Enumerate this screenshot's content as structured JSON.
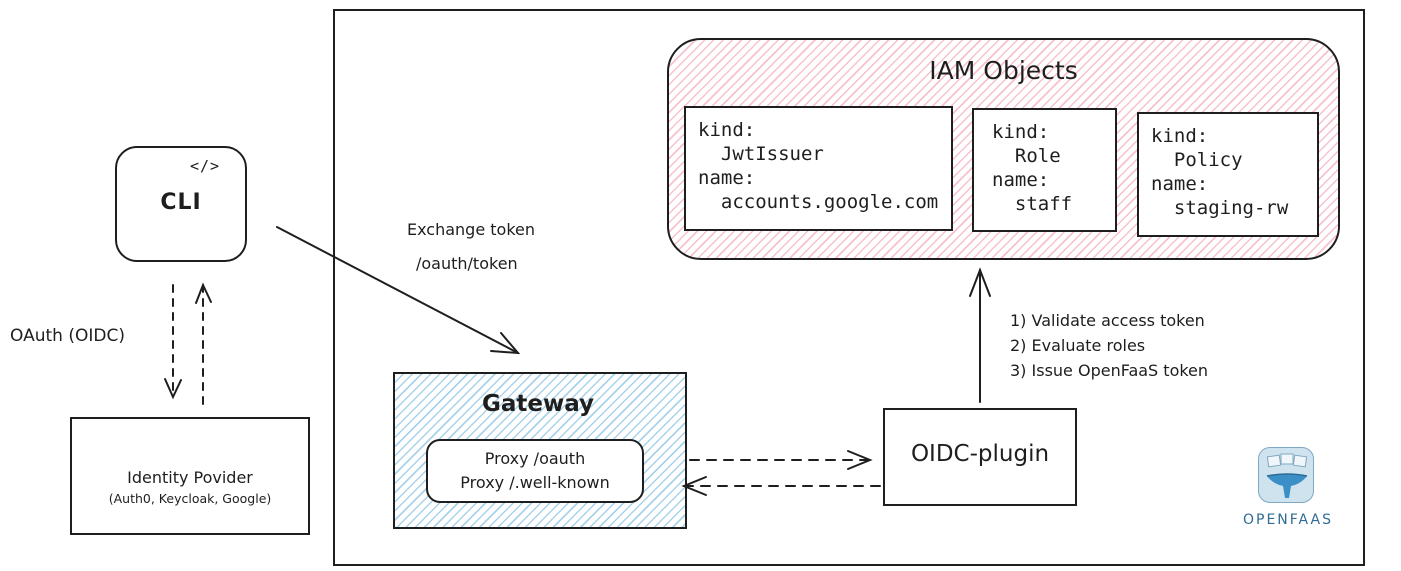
{
  "cli": {
    "label": "CLI",
    "icon_text": "</>"
  },
  "identity_provider": {
    "title": "Identity Povider",
    "subtitle": "(Auth0, Keycloak, Google)"
  },
  "edges": {
    "oauth_label": "OAuth (OIDC)",
    "exchange_label": "Exchange token",
    "exchange_path": "/oauth/token",
    "steps": [
      "1) Validate access token",
      "2) Evaluate roles",
      "3) Issue OpenFaaS token"
    ]
  },
  "gateway": {
    "title": "Gateway",
    "proxy_lines": [
      "Proxy /oauth",
      "Proxy /.well-known"
    ]
  },
  "oidc_plugin": {
    "label": "OIDC-plugin"
  },
  "iam": {
    "title": "IAM Objects",
    "objects": [
      {
        "text": "kind:\n  JwtIssuer\nname:\n  accounts.google.com"
      },
      {
        "text": "kind:\n  Role\nname:\n  staff"
      },
      {
        "text": "kind:\n  Policy\nname:\n  staging-rw"
      }
    ]
  },
  "logo": {
    "text": "OPENFAAS",
    "icon": "openfaas-whale-icon",
    "accent": "#2f6c96"
  },
  "colors": {
    "iam_hatch": "#f7c1cd",
    "gateway_hatch": "#a9d3ea",
    "stroke": "#1e1e1e"
  }
}
